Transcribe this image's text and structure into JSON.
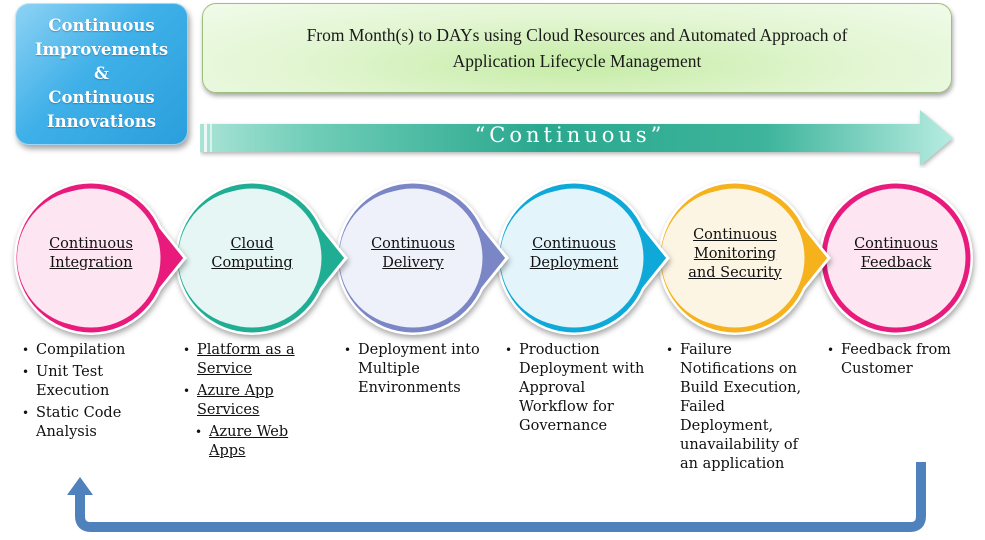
{
  "header": {
    "left_box_lines": [
      "Continuous",
      "Improvements",
      "&",
      "Continuous",
      "Innovations"
    ],
    "banner_lines": [
      "From Month(s) to DAYs using Cloud Resources and Automated Approach of",
      "Application Lifecycle Management"
    ],
    "arrow_label": "“Continuous”"
  },
  "stages": [
    {
      "title_lines": [
        "Continuous",
        "Integration"
      ],
      "color": "#e81a7b",
      "fill": "#fde6f1",
      "items": [
        {
          "text": "Compilation"
        },
        {
          "text": "Unit Test Execution"
        },
        {
          "text": "Static Code Analysis"
        }
      ]
    },
    {
      "title_lines": [
        "Cloud",
        "Computing"
      ],
      "color": "#1fae93",
      "fill": "#e6f6f5",
      "items": [
        {
          "text": "Platform as a Service",
          "link": true
        },
        {
          "text": "Azure App Services",
          "link": true
        },
        {
          "text": "Azure Web Apps",
          "link": true,
          "sub": true
        }
      ]
    },
    {
      "title_lines": [
        "Continuous",
        "Delivery"
      ],
      "color": "#7a86c6",
      "fill": "#eef0fa",
      "items": [
        {
          "text": "Deployment into Multiple Environments"
        }
      ]
    },
    {
      "title_lines": [
        "Continuous",
        "Deployment"
      ],
      "color": "#0ea9d9",
      "fill": "#e4f4fb",
      "items": [
        {
          "text": "Production Deployment with Approval Workflow for Governance"
        }
      ]
    },
    {
      "title_lines": [
        "Continuous",
        "Monitoring",
        "and Security"
      ],
      "color": "#f5b21c",
      "fill": "#fdf5e4",
      "items": [
        {
          "text": "Failure Notifications on Build Execution, Failed Deployment, unavailability of an application"
        }
      ]
    },
    {
      "title_lines": [
        "Continuous",
        "Feedback"
      ],
      "color": "#e81a7b",
      "fill": "#fde6f1",
      "items": [
        {
          "text": "Feedback from Customer"
        }
      ]
    }
  ],
  "colors": {
    "feedback_arrow": "#4f81bd",
    "continuous_arrow": "#2aa88e"
  }
}
